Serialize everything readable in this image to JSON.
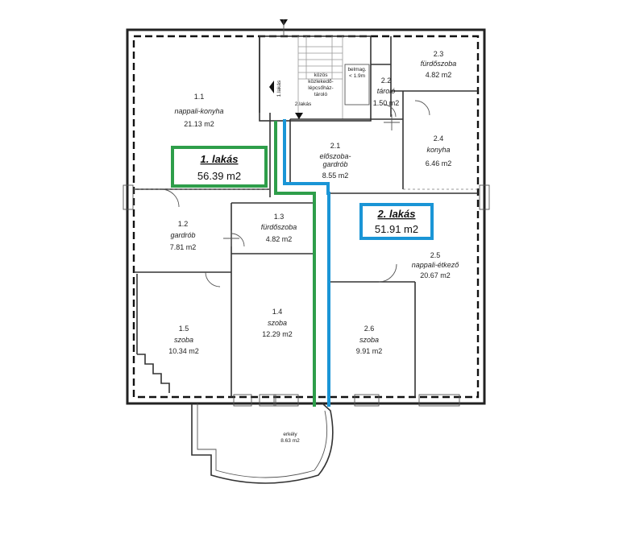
{
  "apartments": [
    {
      "label": "1. lakás",
      "area": "56.39 m2",
      "color": "#2e9e4a"
    },
    {
      "label": "2. lakás",
      "area": "51.91 m2",
      "color": "#1a95d6"
    }
  ],
  "rooms": {
    "r1_1": {
      "no": "1.1",
      "name": "nappali-konyha",
      "area": "21.13 m2"
    },
    "r1_2": {
      "no": "1.2",
      "name": "gardrób",
      "area": "7.81 m2"
    },
    "r1_3": {
      "no": "1.3",
      "name": "fürdőszoba",
      "area": "4.82 m2"
    },
    "r1_4": {
      "no": "1.4",
      "name": "szoba",
      "area": "12.29 m2"
    },
    "r1_5": {
      "no": "1.5",
      "name": "szoba",
      "area": "10.34 m2"
    },
    "r2_1": {
      "no": "2.1",
      "name1": "előszoba-",
      "name2": "gardrób",
      "area": "8.55 m2"
    },
    "r2_2": {
      "no": "2.2",
      "name": "tároló",
      "area": "1.50 m2"
    },
    "r2_3": {
      "no": "2.3",
      "name": "fürdőszoba",
      "area": "4.82 m2"
    },
    "r2_4": {
      "no": "2.4",
      "name": "konyha",
      "area": "6.46 m2"
    },
    "r2_5": {
      "no": "2.5",
      "name": "nappali-étkező",
      "area": "20.67 m2"
    },
    "r2_6": {
      "no": "2.6",
      "name": "szoba",
      "area": "9.91 m2"
    },
    "stair": {
      "line1": "közös",
      "line2": "közlekedő-",
      "line3": "lépcsőház-",
      "line4": "tároló"
    },
    "alcove": {
      "line1": "belmag.",
      "line2": "< 1.9m"
    },
    "balcony": {
      "name": "erkély",
      "area": "8.63 m2"
    }
  },
  "entrances": {
    "e1": "1.lakás",
    "e2": "2.lakás"
  }
}
